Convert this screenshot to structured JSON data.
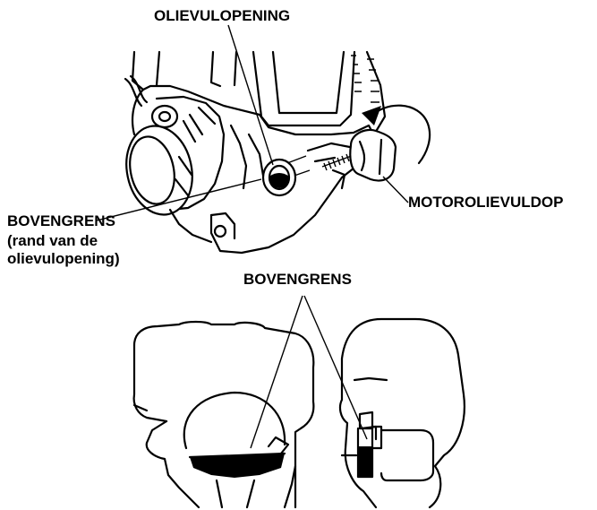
{
  "labels": {
    "oil_fill_opening": "OLIEVULOPENING",
    "upper_limit_top": "BOVENGRENS",
    "upper_limit_note": "(rand van de\nolievulopening)",
    "oil_fill_cap": "MOTOROLIEVULDOP",
    "upper_limit_bottom": "BOVENGRENS"
  },
  "colors": {
    "line": "#000000",
    "background": "#ffffff",
    "oil": "#000000"
  }
}
